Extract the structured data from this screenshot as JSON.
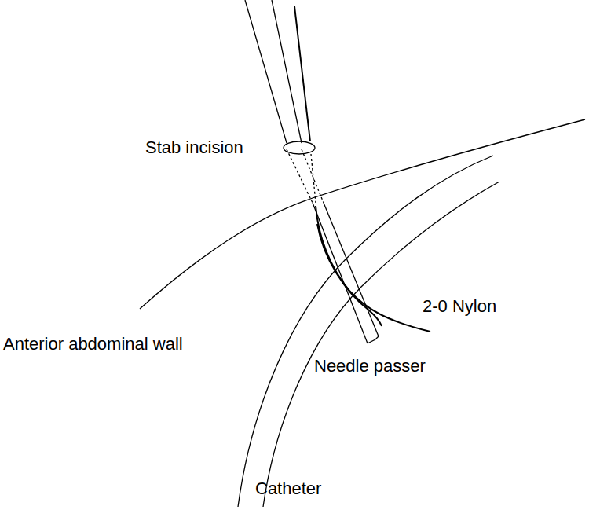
{
  "diagram": {
    "labels": [
      "Stab incision",
      "Anterior abdominal wall",
      "2-0 Nylon",
      "Needle passer",
      "Catheter"
    ]
  }
}
